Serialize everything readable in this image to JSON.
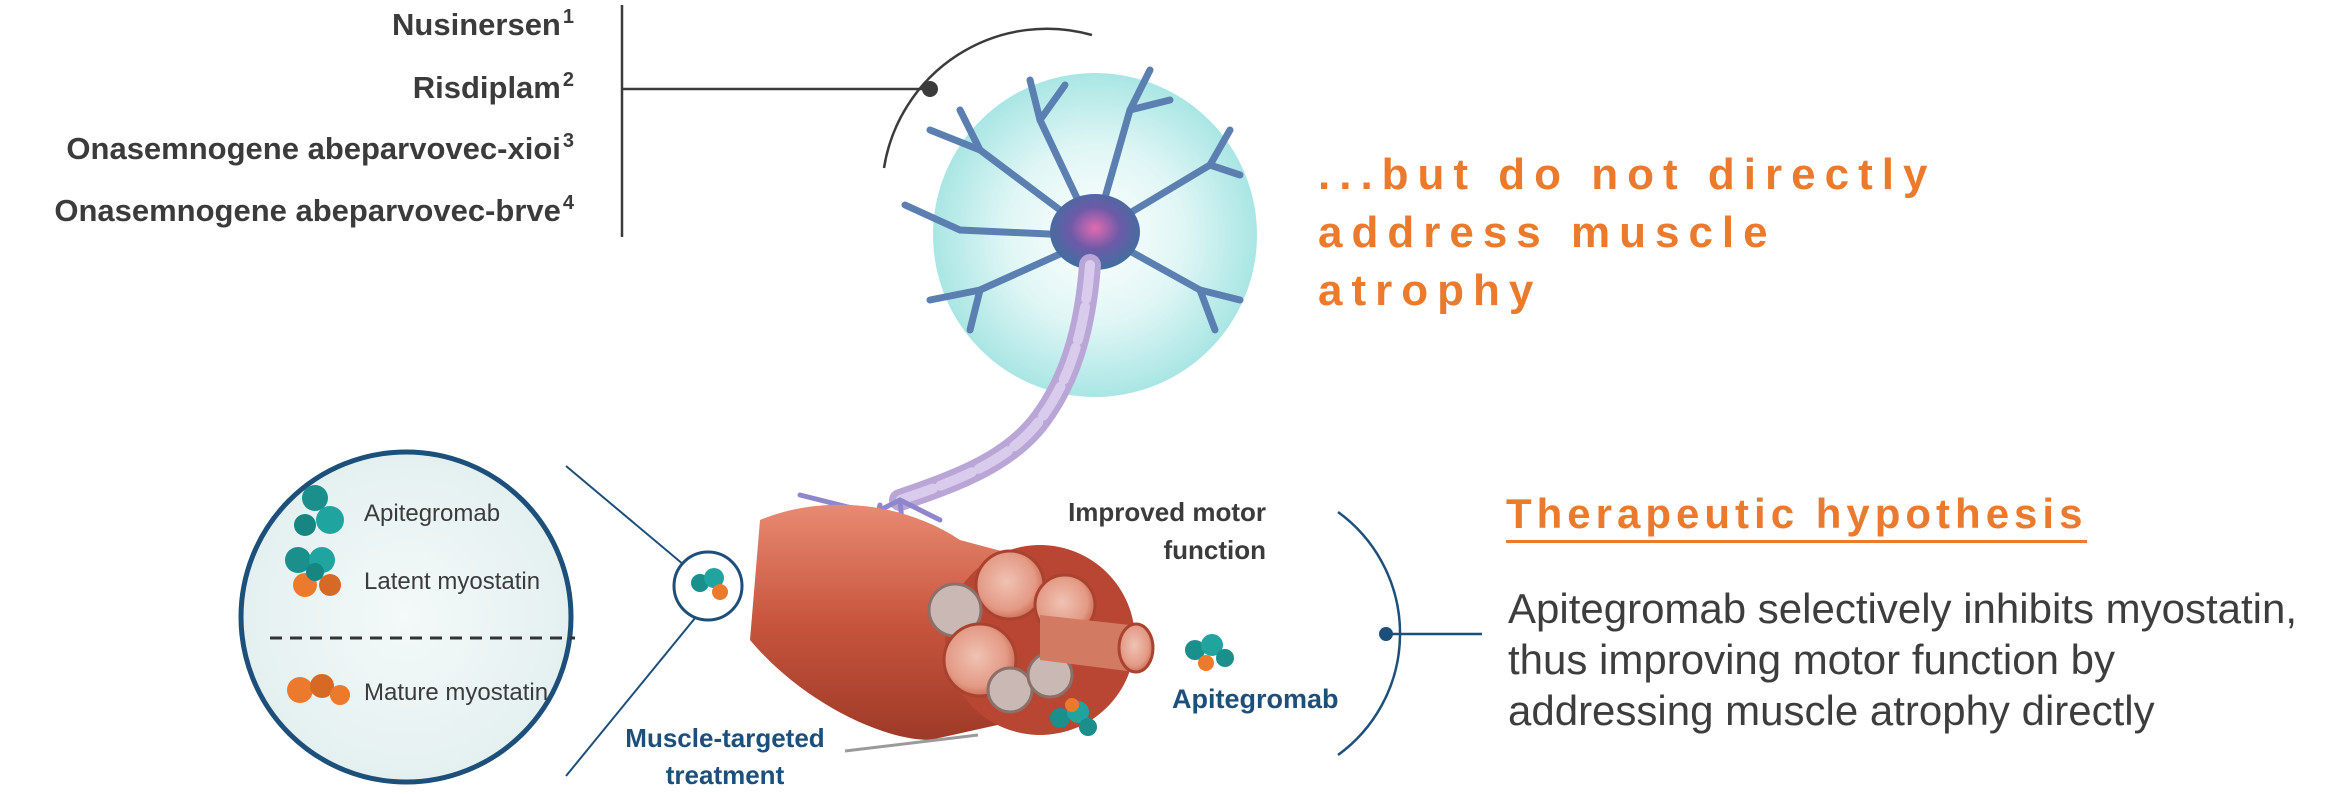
{
  "drugs": [
    {
      "name": "Nusinersen",
      "ref": "1"
    },
    {
      "name": "Risdiplam",
      "ref": "2"
    },
    {
      "name": "Onasemnogene abeparvovec-xioi",
      "ref": "3"
    },
    {
      "name": "Onasemnogene abeparvovec-brve",
      "ref": "4"
    }
  ],
  "claim": {
    "lines": [
      "...but do not directly",
      "address muscle",
      "atrophy"
    ]
  },
  "hypothesis": {
    "title": "Therapeutic hypothesis",
    "body": "Apitegromab selectively inhibits myostatin, thus improving motor function by addressing muscle atrophy directly"
  },
  "figure": {
    "improved_motor": [
      "Improved motor",
      "function"
    ],
    "apitegromab_label": "Apitegromab",
    "muscle_targeted": [
      "Muscle-targeted",
      "treatment"
    ]
  },
  "legend": {
    "apitegromab": "Apitegromab",
    "latent": "Latent myostatin",
    "mature": "Mature myostatin"
  },
  "colors": {
    "accent_orange": "#ec7a2d",
    "navy": "#1c4f7a",
    "text_dark": "#3b3b3b",
    "muscle_red": "#c8553d",
    "protein_teal": "#1a8f8c"
  }
}
